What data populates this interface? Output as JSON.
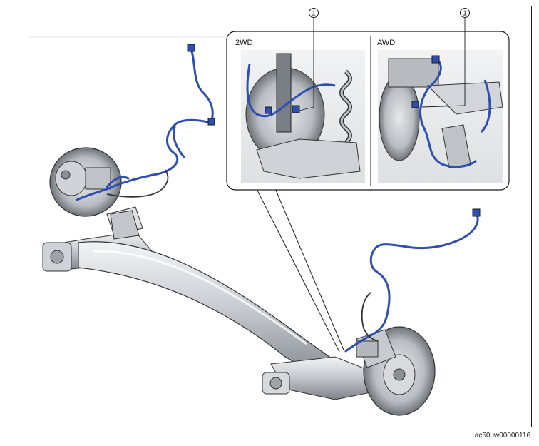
{
  "figure_code": "ac50uw00000116",
  "insets": [
    {
      "label": "2WD"
    },
    {
      "label": "AWD"
    }
  ],
  "callouts": [
    {
      "number": "1"
    },
    {
      "number": "1"
    }
  ],
  "colors": {
    "harness": "#2e4fb0",
    "beam": "#c9cdd2",
    "outline": "#1a1a1a"
  }
}
